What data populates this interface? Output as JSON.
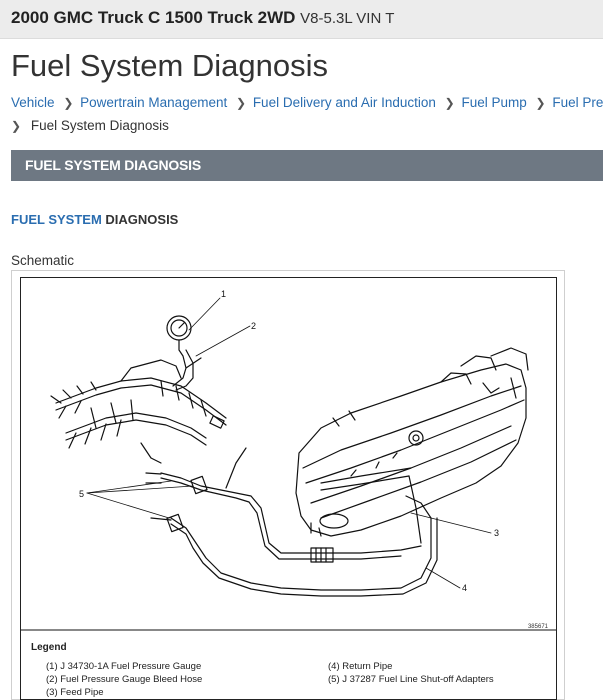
{
  "header": {
    "vehicle": "2000 GMC Truck C 1500 Truck 2WD",
    "engine": "V8-5.3L VIN T"
  },
  "page": {
    "title": "Fuel System Diagnosis"
  },
  "breadcrumb": {
    "items": [
      "Vehicle",
      "Powertrain Management",
      "Fuel Delivery and Air Induction",
      "Fuel Pump",
      "Fuel Pres"
    ],
    "current": "Fuel System Diagnosis"
  },
  "section": {
    "bar_title": "FUEL SYSTEM DIAGNOSIS",
    "subhead_link": "FUEL SYSTEM",
    "subhead_rest": " DIAGNOSIS",
    "schematic_label": "Schematic"
  },
  "figure": {
    "figure_number": "385671",
    "callouts": [
      "1",
      "2",
      "3",
      "4",
      "5"
    ],
    "legend_title": "Legend",
    "legend": [
      "(1)  J 34730-1A Fuel Pressure Gauge",
      "(2)  Fuel Pressure Gauge Bleed Hose",
      "(3)  Feed Pipe",
      "(4)  Return Pipe",
      "(5)  J 37287 Fuel Line Shut-off Adapters"
    ]
  }
}
